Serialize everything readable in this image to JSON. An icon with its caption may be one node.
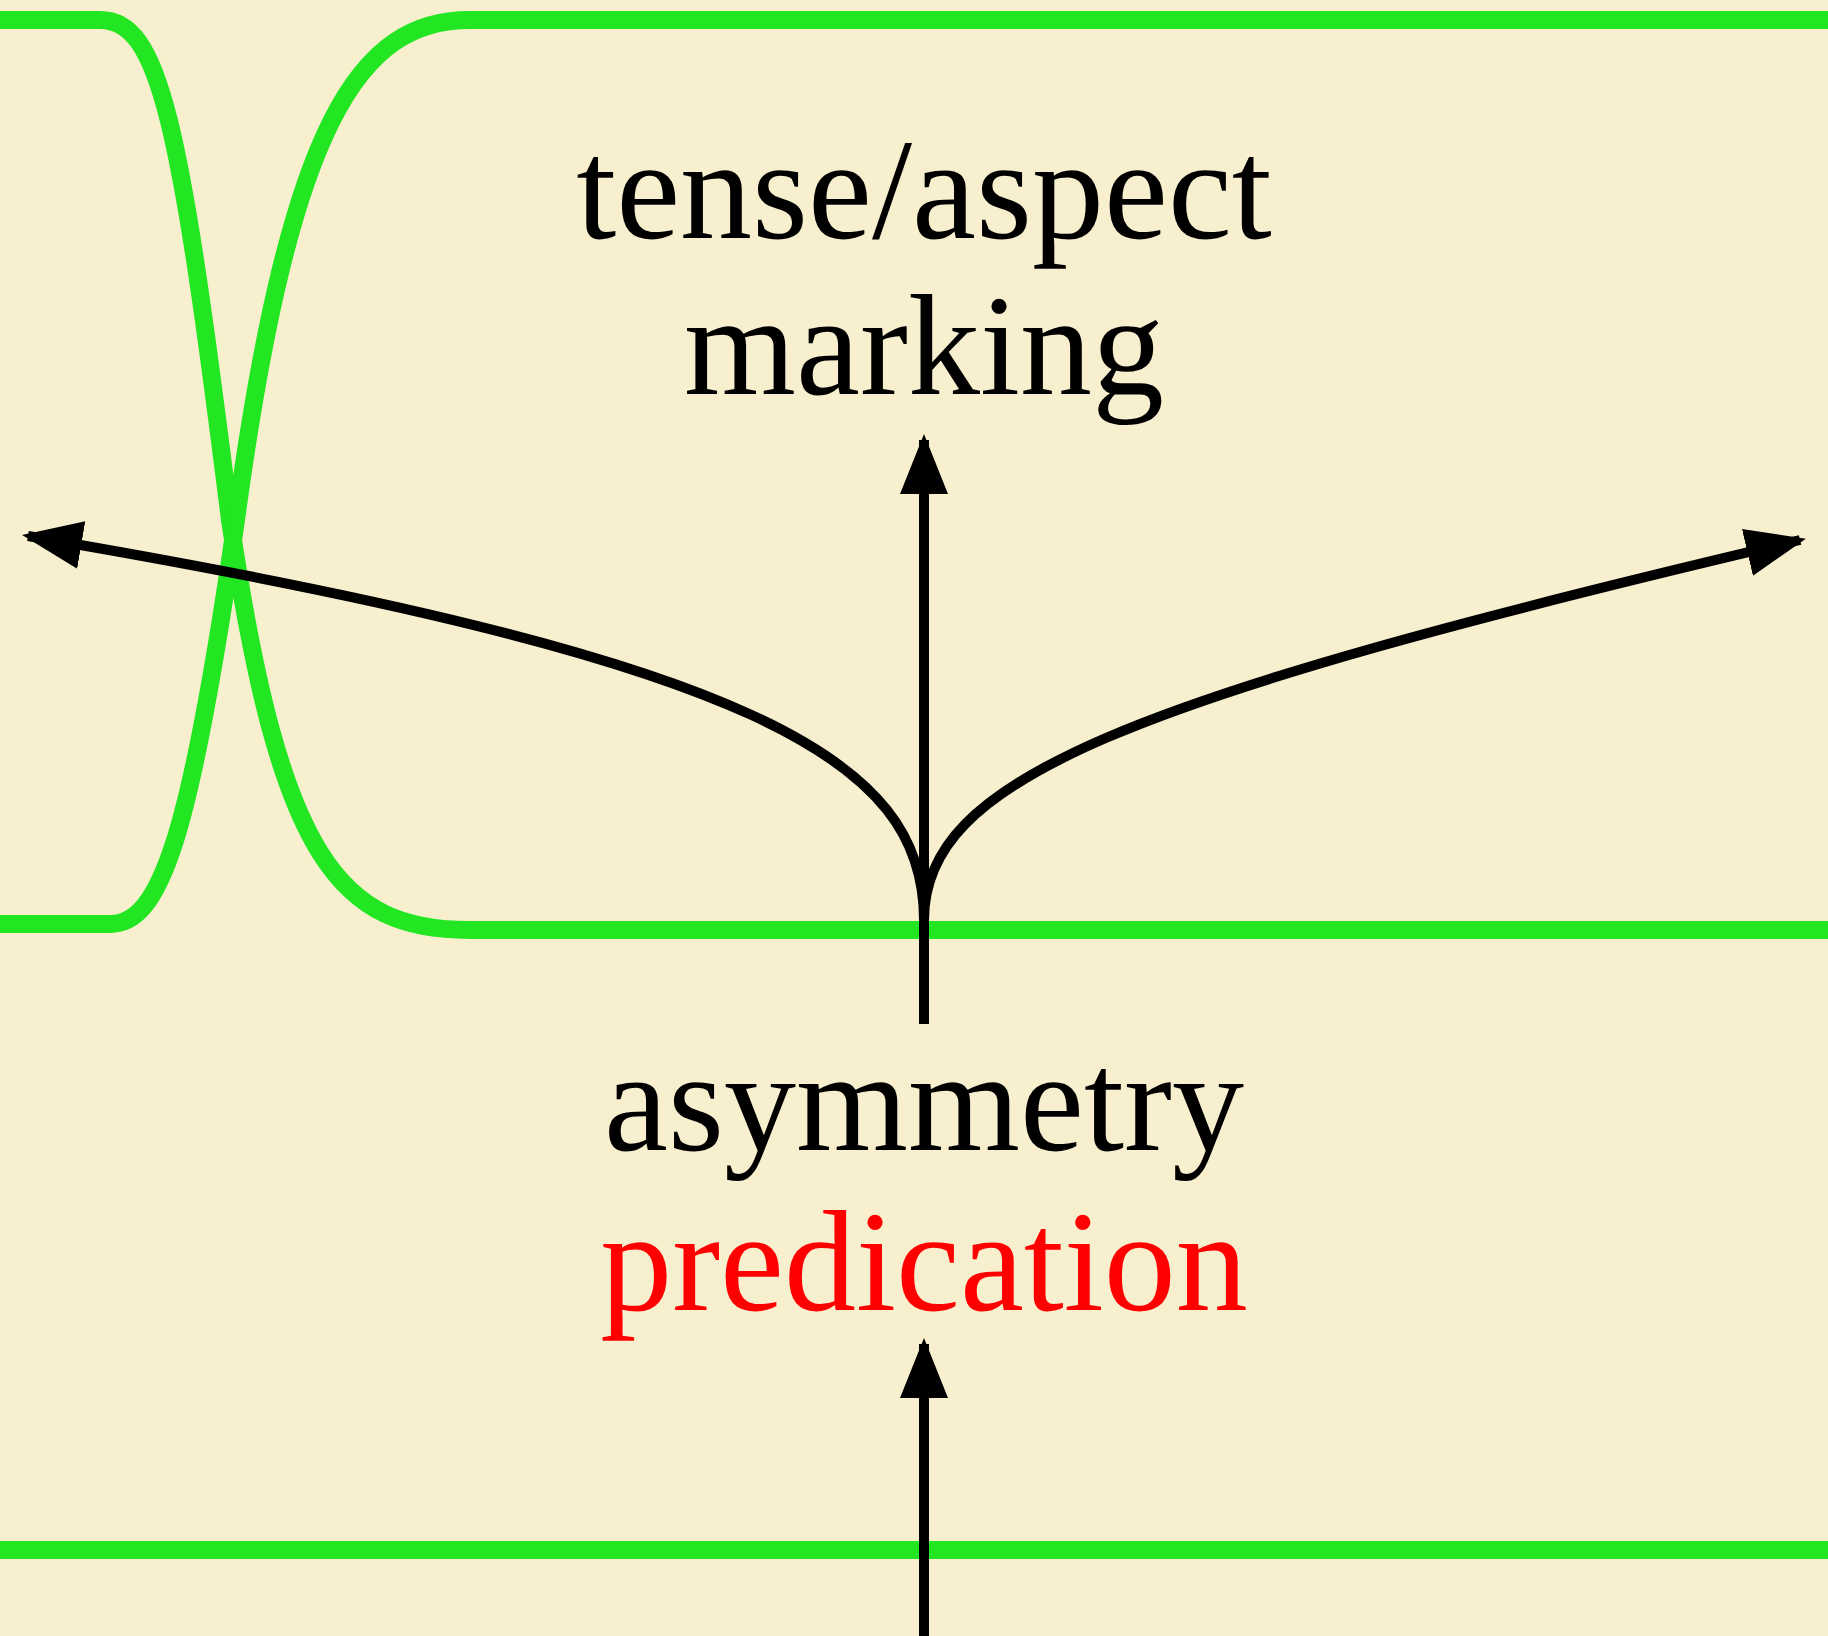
{
  "diagram": {
    "nodes": [
      {
        "text": [
          "tense/aspect marking"
        ]
      },
      {
        "text": [
          "asymmetry"
        ]
      },
      {
        "text": [
          "predication"
        ]
      }
    ],
    "edges": [
      {
        "from": 1,
        "to": 0,
        "arrow": "to"
      },
      {
        "from": 1,
        "to": null,
        "arrow": "to"
      },
      {
        "from": 1,
        "to": null,
        "arrow": "to"
      },
      {
        "from": null,
        "to": 2,
        "arrow": "to"
      }
    ]
  }
}
